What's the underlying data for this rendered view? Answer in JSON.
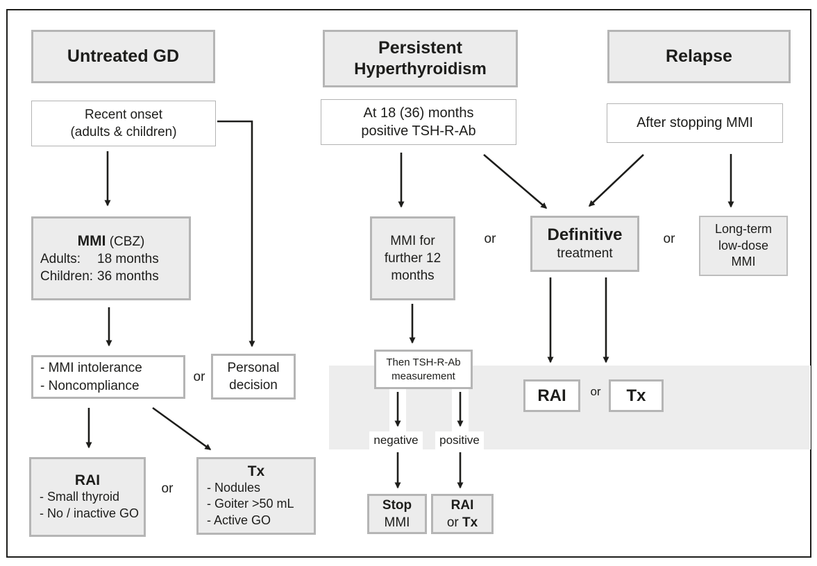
{
  "accent": {
    "box_fill": "#ececec",
    "box_border": "#b5b5b5",
    "band_fill": "#ededed",
    "ink": "#1d1d1b"
  },
  "untreated": {
    "header": "Untreated GD",
    "recent_onset": [
      "Recent onset",
      "(adults & children)"
    ],
    "mmi": {
      "title_bold": "MMI",
      "title_suffix": " (CBZ)",
      "rows": [
        {
          "label": "Adults:",
          "value": "18 months"
        },
        {
          "label": "Children:",
          "value": "36 months"
        }
      ]
    },
    "reasons": [
      "- MMI intolerance",
      "- Noncompliance"
    ],
    "or": "or",
    "personal": [
      "Personal",
      "decision"
    ],
    "rai": {
      "title": "RAI",
      "items": [
        "- Small thyroid",
        "- No / inactive GO"
      ]
    },
    "rai_or": "or",
    "tx": {
      "title": "Tx",
      "items": [
        "- Nodules",
        "- Goiter >50 mL",
        "- Active GO"
      ]
    }
  },
  "persistent": {
    "header": [
      "Persistent",
      "Hyperthyroidism"
    ],
    "at18": [
      "At 18 (36) months",
      "positive TSH-R-Ab"
    ],
    "mmi_further": [
      "MMI for",
      "further 12",
      "months"
    ],
    "or1": "or",
    "definitive": {
      "bold": "Definitive",
      "rest": "treatment"
    },
    "rai": "RAI",
    "or2": "or",
    "tx": "Tx",
    "then": [
      "Then TSH-R-Ab",
      "measurement"
    ],
    "negative": "negative",
    "positive": "positive",
    "stop": {
      "bold": "Stop",
      "rest": "MMI"
    },
    "rai_or_tx": {
      "line1": "RAI",
      "or": "or ",
      "tx": "Tx"
    }
  },
  "relapse": {
    "header": "Relapse",
    "after": "After stopping MMI",
    "or": "or",
    "longterm": [
      "Long-term",
      "low-dose",
      "MMI"
    ]
  }
}
